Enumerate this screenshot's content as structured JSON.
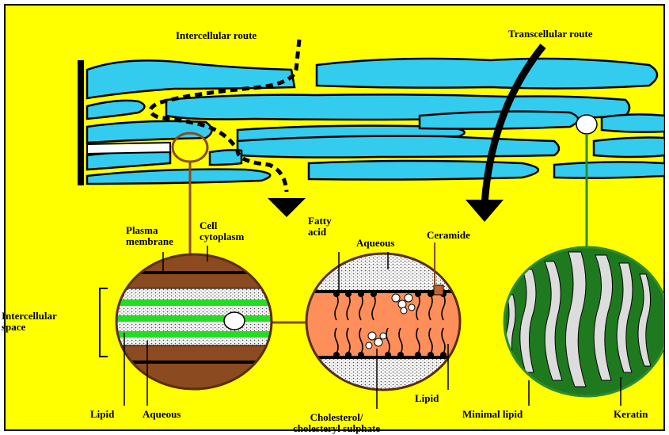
{
  "diagram": {
    "routes": {
      "intercellular": "Intercellular route",
      "transcellular": "Transcellular route"
    },
    "left_circle": {
      "plasma_membrane": "Plasma\nmembrane",
      "cell_cytoplasm": "Cell\ncytoplasm",
      "intercellular_space": "Intercellular\nspace",
      "lipid": "Lipid",
      "aqueous": "Aqueous"
    },
    "middle_circle": {
      "fatty_acid": "Fatty\nacid",
      "aqueous": "Aqueous",
      "ceramide": "Ceramide",
      "lipid": "Lipid",
      "cholesterol": "Cholesterol/\ncholesteryl sulphate"
    },
    "right_circle": {
      "minimal_lipid": "Minimal lipid",
      "keratin": "Keratin"
    }
  },
  "colors": {
    "background": "#ffff00",
    "cells": "#33ccee",
    "brown": "#8b4a1f",
    "lipid_green": "#22dd22",
    "orange": "#ff8f5a",
    "keratin_green": "#1f7a1f"
  }
}
